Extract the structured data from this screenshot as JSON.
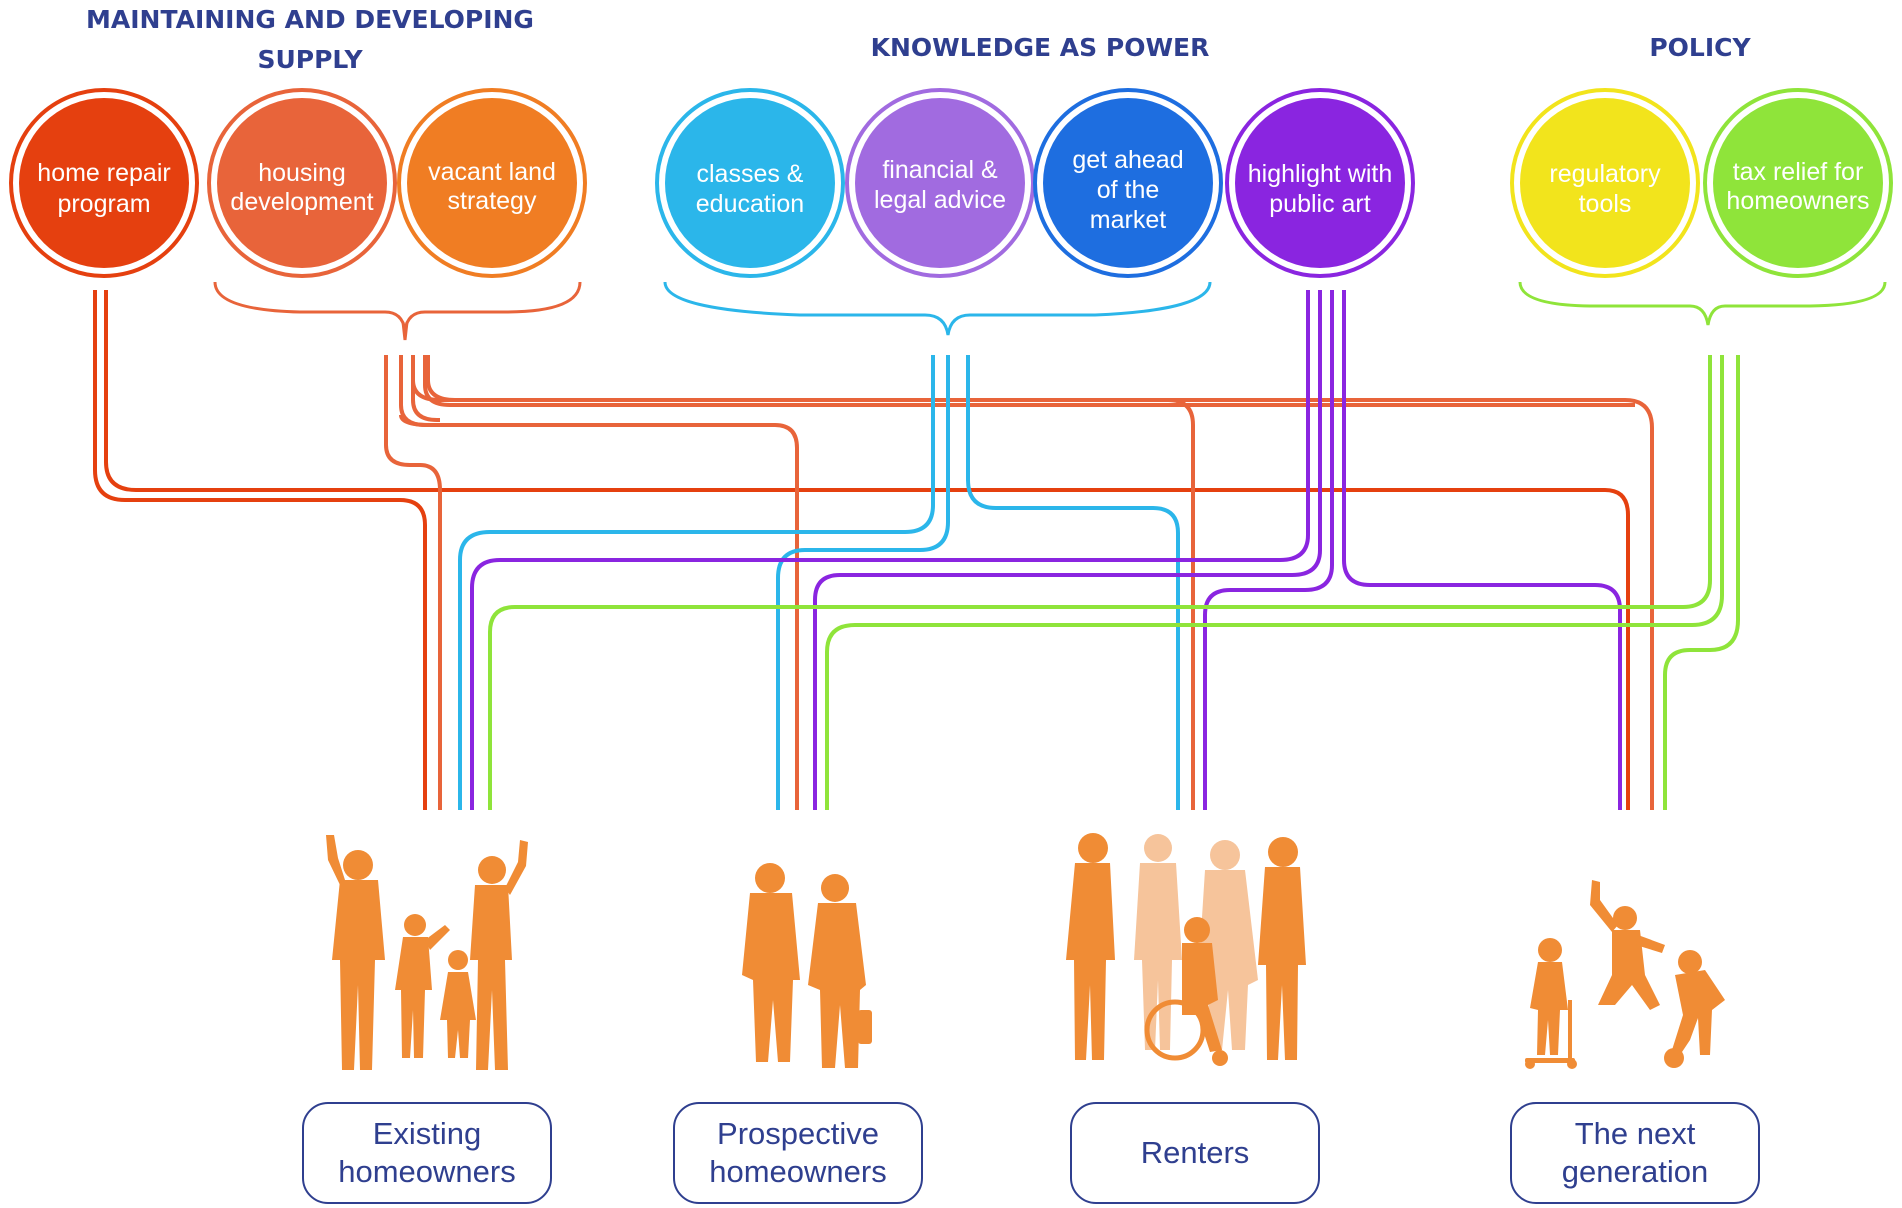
{
  "groups": [
    {
      "id": "supply",
      "heading": "MAINTAINING AND DEVELOPING SUPPLY"
    },
    {
      "id": "knowledge",
      "heading": "KNOWLEDGE AS POWER"
    },
    {
      "id": "policy",
      "heading": "POLICY"
    }
  ],
  "tools": [
    {
      "id": "home-repair",
      "label_lines": [
        "home repair",
        "program"
      ],
      "color": "#e5400f"
    },
    {
      "id": "housing-dev",
      "label_lines": [
        "housing",
        "development"
      ],
      "color": "#e8643a"
    },
    {
      "id": "vacant-land",
      "label_lines": [
        "vacant land",
        "strategy"
      ],
      "color": "#f07d23"
    },
    {
      "id": "classes",
      "label_lines": [
        "classes &",
        "education"
      ],
      "color": "#2bb6ea"
    },
    {
      "id": "financial",
      "label_lines": [
        "financial &",
        "legal advice"
      ],
      "color": "#a16be0"
    },
    {
      "id": "get-ahead",
      "label_lines": [
        "get ahead",
        "of the",
        "market"
      ],
      "color": "#1e6ee0"
    },
    {
      "id": "public-art",
      "label_lines": [
        "highlight with",
        "public art"
      ],
      "color": "#8a25e0"
    },
    {
      "id": "regulatory",
      "label_lines": [
        "regulatory",
        "tools"
      ],
      "color": "#f2e41c"
    },
    {
      "id": "tax-relief",
      "label_lines": [
        "tax relief for",
        "homeowners"
      ],
      "color": "#8fe43a"
    }
  ],
  "audiences": [
    {
      "id": "existing",
      "label": "Existing homeowners"
    },
    {
      "id": "prospective",
      "label": "Prospective homeowners"
    },
    {
      "id": "renters",
      "label": "Renters"
    },
    {
      "id": "next-gen",
      "label": "The next generation"
    }
  ],
  "colors": {
    "heading": "#2f3f8f",
    "supply_line": "#e5521e",
    "supply_bracket": "#e8643a",
    "knowledge_line": "#2bb6ea",
    "art_line": "#8a25e0",
    "policy_line": "#8fe43a",
    "people": "#f08c35",
    "people_light": "#f6c49b"
  }
}
